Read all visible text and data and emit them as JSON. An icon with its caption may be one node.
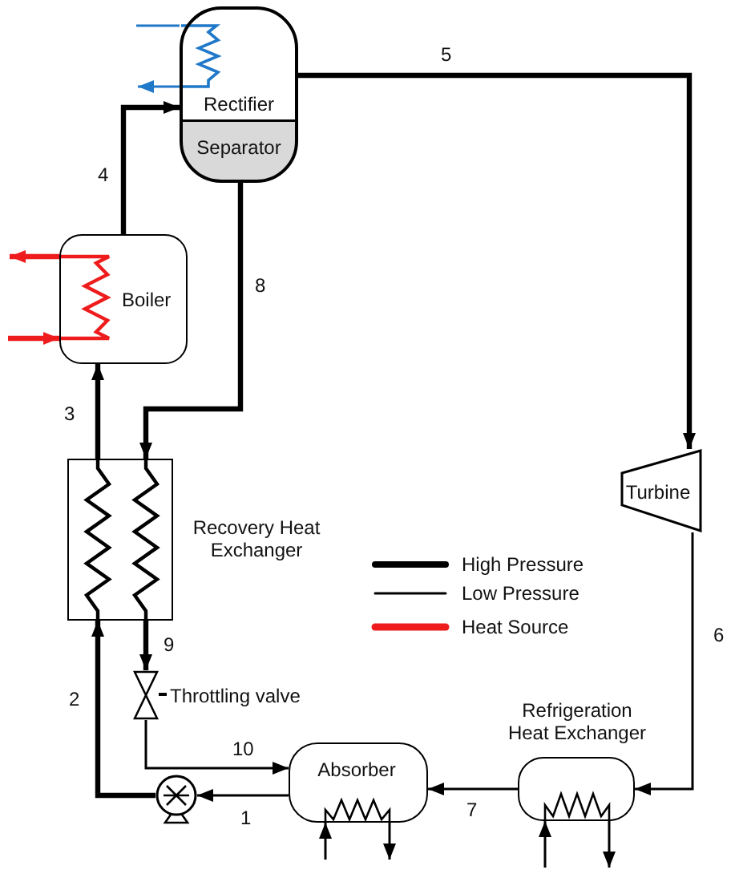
{
  "diagram": {
    "nodes": [
      {
        "text": [
          "Rectifier",
          "Separator"
        ]
      },
      {
        "text": [
          "Boiler"
        ]
      },
      {
        "text": [],
        "shape": "box",
        "beside": [
          "Recovery Heat Exchanger"
        ]
      },
      {
        "text": [],
        "shape": "valve",
        "beside": [
          "Throttling valve"
        ]
      },
      {
        "text": [],
        "shape": "pump"
      },
      {
        "text": [
          "Absorber"
        ]
      },
      {
        "text": [
          "Refrigeration Heat Exchanger"
        ]
      },
      {
        "text": [
          "Turbine"
        ]
      }
    ],
    "edges": [
      {
        "from": 1,
        "to": 0,
        "arrow": "to",
        "label": "4",
        "style": "thick"
      },
      {
        "from": 0,
        "to": 7,
        "arrow": "to",
        "label": "5",
        "style": "thick"
      },
      {
        "from": 7,
        "to": 6,
        "arrow": "to",
        "label": "6"
      },
      {
        "from": 6,
        "to": 5,
        "arrow": "to",
        "label": "7"
      },
      {
        "from": 5,
        "to": 4,
        "arrow": "to",
        "label": "1"
      },
      {
        "from": 4,
        "to": 2,
        "arrow": "to",
        "label": "2",
        "style": "thick"
      },
      {
        "from": 2,
        "to": 1,
        "arrow": "to",
        "label": "3",
        "style": "thick"
      },
      {
        "from": 0,
        "to": 2,
        "arrow": "to",
        "label": "8",
        "style": "thick"
      },
      {
        "from": 2,
        "to": 3,
        "arrow": "to",
        "label": "9",
        "style": "thick"
      },
      {
        "from": 3,
        "to": 5,
        "arrow": "to",
        "label": "10"
      },
      {
        "from": null,
        "to": 0,
        "arrow": "none",
        "color": "#1f78c8"
      },
      {
        "from": 0,
        "to": null,
        "arrow": "to",
        "color": "#1f78c8"
      },
      {
        "from": null,
        "to": 1,
        "arrow": "to",
        "style": "thick",
        "color": "#ee1c1c"
      },
      {
        "from": 1,
        "to": null,
        "arrow": "to",
        "style": "thick",
        "color": "#ee1c1c"
      },
      {
        "from": null,
        "to": 5,
        "arrow": "to"
      },
      {
        "from": 5,
        "to": null,
        "arrow": "to"
      },
      {
        "from": null,
        "to": 6,
        "arrow": "to"
      },
      {
        "from": 6,
        "to": null,
        "arrow": "to"
      }
    ],
    "legend": [
      {
        "text": "High Pressure"
      },
      {
        "text": "Low Pressure"
      },
      {
        "text": "Heat Source"
      }
    ]
  }
}
